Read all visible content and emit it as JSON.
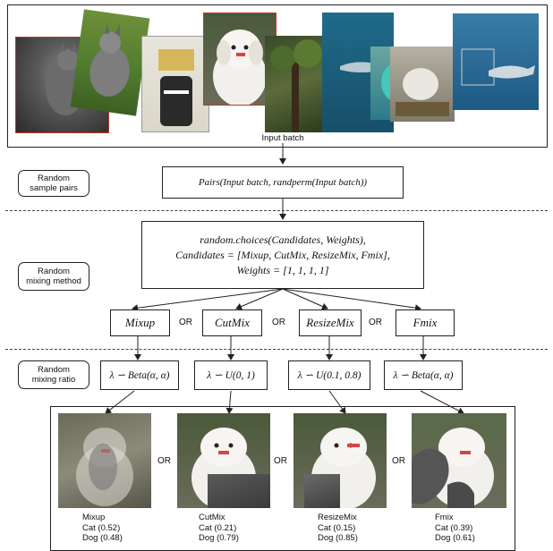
{
  "colors": {
    "stroke": "#222222",
    "highlight_border": "#c0392b"
  },
  "top": {
    "caption": "Input batch"
  },
  "steps": {
    "pairs": {
      "side_label": "Random\nsample pairs",
      "formula": "Pairs(Input batch, randperm(Input batch))"
    },
    "method": {
      "side_label": "Random\nmixing method",
      "line1": "random.choices(Candidates, Weights),",
      "line2": "Candidates = [Mixup, CutMix, ResizeMix, Fmix],",
      "line3": "Weights = [1, 1, 1, 1]"
    },
    "ratio": {
      "side_label": "Random\nmixing ratio"
    }
  },
  "methods": [
    "Mixup",
    "CutMix",
    "ResizeMix",
    "Fmix"
  ],
  "or_label": "OR",
  "ratios": [
    "λ ∽ Beta(α, α)",
    "λ ∽ U(0, 1)",
    "λ ∽ U(0.1, 0.8)",
    "λ ∽ Beta(α, α)"
  ],
  "results": [
    {
      "name": "Mixup",
      "cat": "Cat (0.52)",
      "dog": "Dog (0.48)"
    },
    {
      "name": "CutMix",
      "cat": "Cat (0.21)",
      "dog": "Dog (0.79)"
    },
    {
      "name": "ResizeMix",
      "cat": "Cat (0.15)",
      "dog": "Dog (0.85)"
    },
    {
      "name": "Fmix",
      "cat": "Cat (0.39)",
      "dog": "Dog (0.61)"
    }
  ]
}
